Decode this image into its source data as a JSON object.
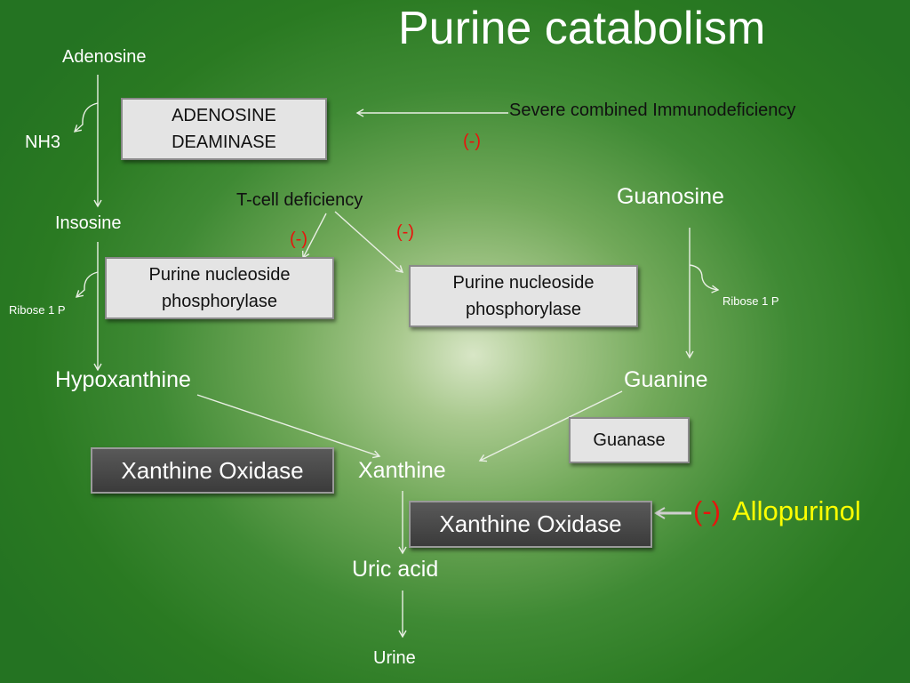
{
  "title": "Purine catabolism",
  "nodes": {
    "adenosine": "Adenosine",
    "nh3": "NH3",
    "insosine": "Insosine",
    "ribose_left": "Ribose 1 P",
    "hypoxanthine": "Hypoxanthine",
    "guanosine": "Guanosine",
    "ribose_right": "Ribose 1 P",
    "guanine": "Guanine",
    "xanthine": "Xanthine",
    "uric_acid": "Uric acid",
    "urine": "Urine"
  },
  "enzymes": {
    "ada": [
      "ADENOSINE",
      "DEAMINASE"
    ],
    "pnp_left": [
      "Purine nucleoside",
      "phosphorylase"
    ],
    "pnp_right": [
      "Purine nucleoside",
      "phosphorylase"
    ],
    "guanase": "Guanase",
    "xo_left": "Xanthine Oxidase",
    "xo_right": "Xanthine Oxidase"
  },
  "annotations": {
    "scid": "Severe combined Immunodeficiency",
    "scid_inhibit": "(-)",
    "tcell": "T-cell deficiency",
    "tcell_inhibit_left": "(-)",
    "tcell_inhibit_right": "(-)",
    "allopurinol_inhibit": "(-)",
    "allopurinol": "Allopurinol"
  },
  "colors": {
    "inhibit_red": "#e8140c",
    "drug_yellow": "#ffff00",
    "background_green": "#2a7a22"
  }
}
